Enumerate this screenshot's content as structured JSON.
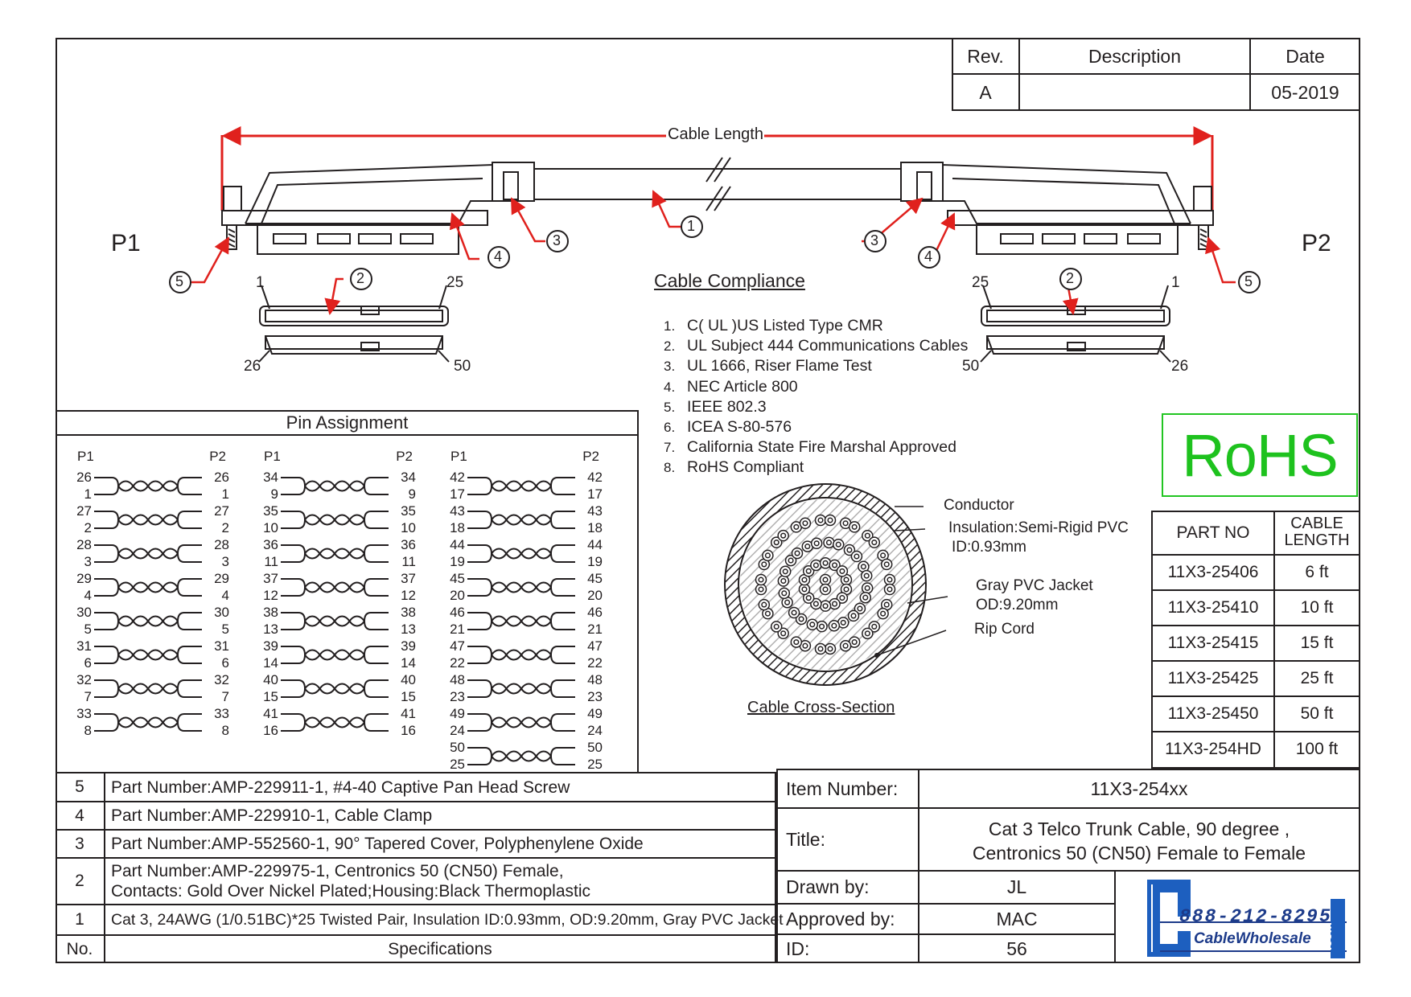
{
  "revision_table": {
    "headers": {
      "rev": "Rev.",
      "description": "Description",
      "date": "Date"
    },
    "row": {
      "rev": "A",
      "description": "",
      "date": "05-2019"
    }
  },
  "drawing": {
    "cable_length_label": "Cable Length",
    "p1": "P1",
    "p2": "P2",
    "callouts": [
      "1",
      "2",
      "3",
      "4",
      "5"
    ],
    "connector_left": {
      "top_left": "1",
      "top_right": "25",
      "bottom_left": "26",
      "bottom_right": "50"
    },
    "connector_right": {
      "top_left": "25",
      "top_right": "1",
      "bottom_left": "50",
      "bottom_right": "26"
    }
  },
  "compliance": {
    "title": "Cable Compliance",
    "items": [
      {
        "n": "1.",
        "text": "C( UL )US  Listed Type CMR"
      },
      {
        "n": "2.",
        "text": "UL  Subject 444 Communications Cables"
      },
      {
        "n": "3.",
        "text": "UL 1666, Riser Flame Test"
      },
      {
        "n": "4.",
        "text": "NEC Article 800"
      },
      {
        "n": "5.",
        "text": "IEEE    802.3"
      },
      {
        "n": "6.",
        "text": "ICEA    S-80-576"
      },
      {
        "n": "7.",
        "text": "California State Fire Marshal Approved"
      },
      {
        "n": "8.",
        "text": "RoHS Compliant"
      }
    ]
  },
  "rohs": "RoHS",
  "cross_section": {
    "title": "Cable Cross-Section",
    "conductor": "Conductor",
    "insulation_1": "Insulation:Semi-Rigid PVC",
    "insulation_2": "ID:0.93mm",
    "jacket_1": "Gray PVC Jacket",
    "jacket_2": "OD:9.20mm",
    "rip_cord": "Rip Cord"
  },
  "part_table": {
    "headers": {
      "part_no": "PART NO",
      "cable_length_1": "CABLE",
      "cable_length_2": "LENGTH"
    },
    "rows": [
      {
        "part": "11X3-25406",
        "length": "6 ft"
      },
      {
        "part": "11X3-25410",
        "length": "10 ft"
      },
      {
        "part": "11X3-25415",
        "length": "15 ft"
      },
      {
        "part": "11X3-25425",
        "length": "25 ft"
      },
      {
        "part": "11X3-25450",
        "length": "50 ft"
      },
      {
        "part": "11X3-254HD",
        "length": "100 ft"
      }
    ]
  },
  "pin_assignment": {
    "title": "Pin Assignment",
    "p1": "P1",
    "p2": "P2",
    "columns": [
      [
        [
          "26",
          "26"
        ],
        [
          "1",
          "1"
        ],
        [
          "27",
          "27"
        ],
        [
          "2",
          "2"
        ],
        [
          "28",
          "28"
        ],
        [
          "3",
          "3"
        ],
        [
          "29",
          "29"
        ],
        [
          "4",
          "4"
        ],
        [
          "30",
          "30"
        ],
        [
          "5",
          "5"
        ],
        [
          "31",
          "31"
        ],
        [
          "6",
          "6"
        ],
        [
          "32",
          "32"
        ],
        [
          "7",
          "7"
        ],
        [
          "33",
          "33"
        ],
        [
          "8",
          "8"
        ]
      ],
      [
        [
          "34",
          "34"
        ],
        [
          "9",
          "9"
        ],
        [
          "35",
          "35"
        ],
        [
          "10",
          "10"
        ],
        [
          "36",
          "36"
        ],
        [
          "11",
          "11"
        ],
        [
          "37",
          "37"
        ],
        [
          "12",
          "12"
        ],
        [
          "38",
          "38"
        ],
        [
          "13",
          "13"
        ],
        [
          "39",
          "39"
        ],
        [
          "14",
          "14"
        ],
        [
          "40",
          "40"
        ],
        [
          "15",
          "15"
        ],
        [
          "41",
          "41"
        ],
        [
          "16",
          "16"
        ]
      ],
      [
        [
          "42",
          "42"
        ],
        [
          "17",
          "17"
        ],
        [
          "43",
          "43"
        ],
        [
          "18",
          "18"
        ],
        [
          "44",
          "44"
        ],
        [
          "19",
          "19"
        ],
        [
          "45",
          "45"
        ],
        [
          "20",
          "20"
        ],
        [
          "46",
          "46"
        ],
        [
          "21",
          "21"
        ],
        [
          "47",
          "47"
        ],
        [
          "22",
          "22"
        ],
        [
          "48",
          "48"
        ],
        [
          "23",
          "23"
        ],
        [
          "49",
          "49"
        ],
        [
          "24",
          "24"
        ],
        [
          "50",
          "50"
        ],
        [
          "25",
          "25"
        ]
      ]
    ]
  },
  "specifications": {
    "footer_no": "No.",
    "footer_spec": "Specifications",
    "rows": [
      {
        "no": "5",
        "lines": [
          "Part Number:AMP-229911-1, #4-40 Captive Pan Head Screw"
        ]
      },
      {
        "no": "4",
        "lines": [
          "Part Number:AMP-229910-1, Cable Clamp"
        ]
      },
      {
        "no": "3",
        "lines": [
          "Part Number:AMP-552560-1, 90° Tapered Cover, Polyphenylene Oxide"
        ]
      },
      {
        "no": "2",
        "lines": [
          "Part Number:AMP-229975-1, Centronics 50 (CN50) Female,",
          "Contacts: Gold Over Nickel Plated;Housing:Black Thermoplastic"
        ]
      },
      {
        "no": "1",
        "lines": [
          "Cat 3, 24AWG (1/0.51BC)*25 Twisted Pair, Insulation ID:0.93mm, OD:9.20mm, Gray PVC Jacket"
        ]
      }
    ]
  },
  "title_block": {
    "item_number_label": "Item Number:",
    "item_number": "11X3-254xx",
    "title_label": "Title:",
    "title_line1": "Cat 3 Telco Trunk Cable,  90 degree ,",
    "title_line2": "Centronics 50 (CN50) Female to Female",
    "drawn_by_label": "Drawn by:",
    "drawn_by": "JL",
    "approved_by_label": "Approved by:",
    "approved_by": "MAC",
    "id_label": "ID:",
    "id": "56"
  },
  "logo": {
    "phone": "888-212-8295",
    "name": "CableWholesale",
    "suffix": ".com"
  }
}
